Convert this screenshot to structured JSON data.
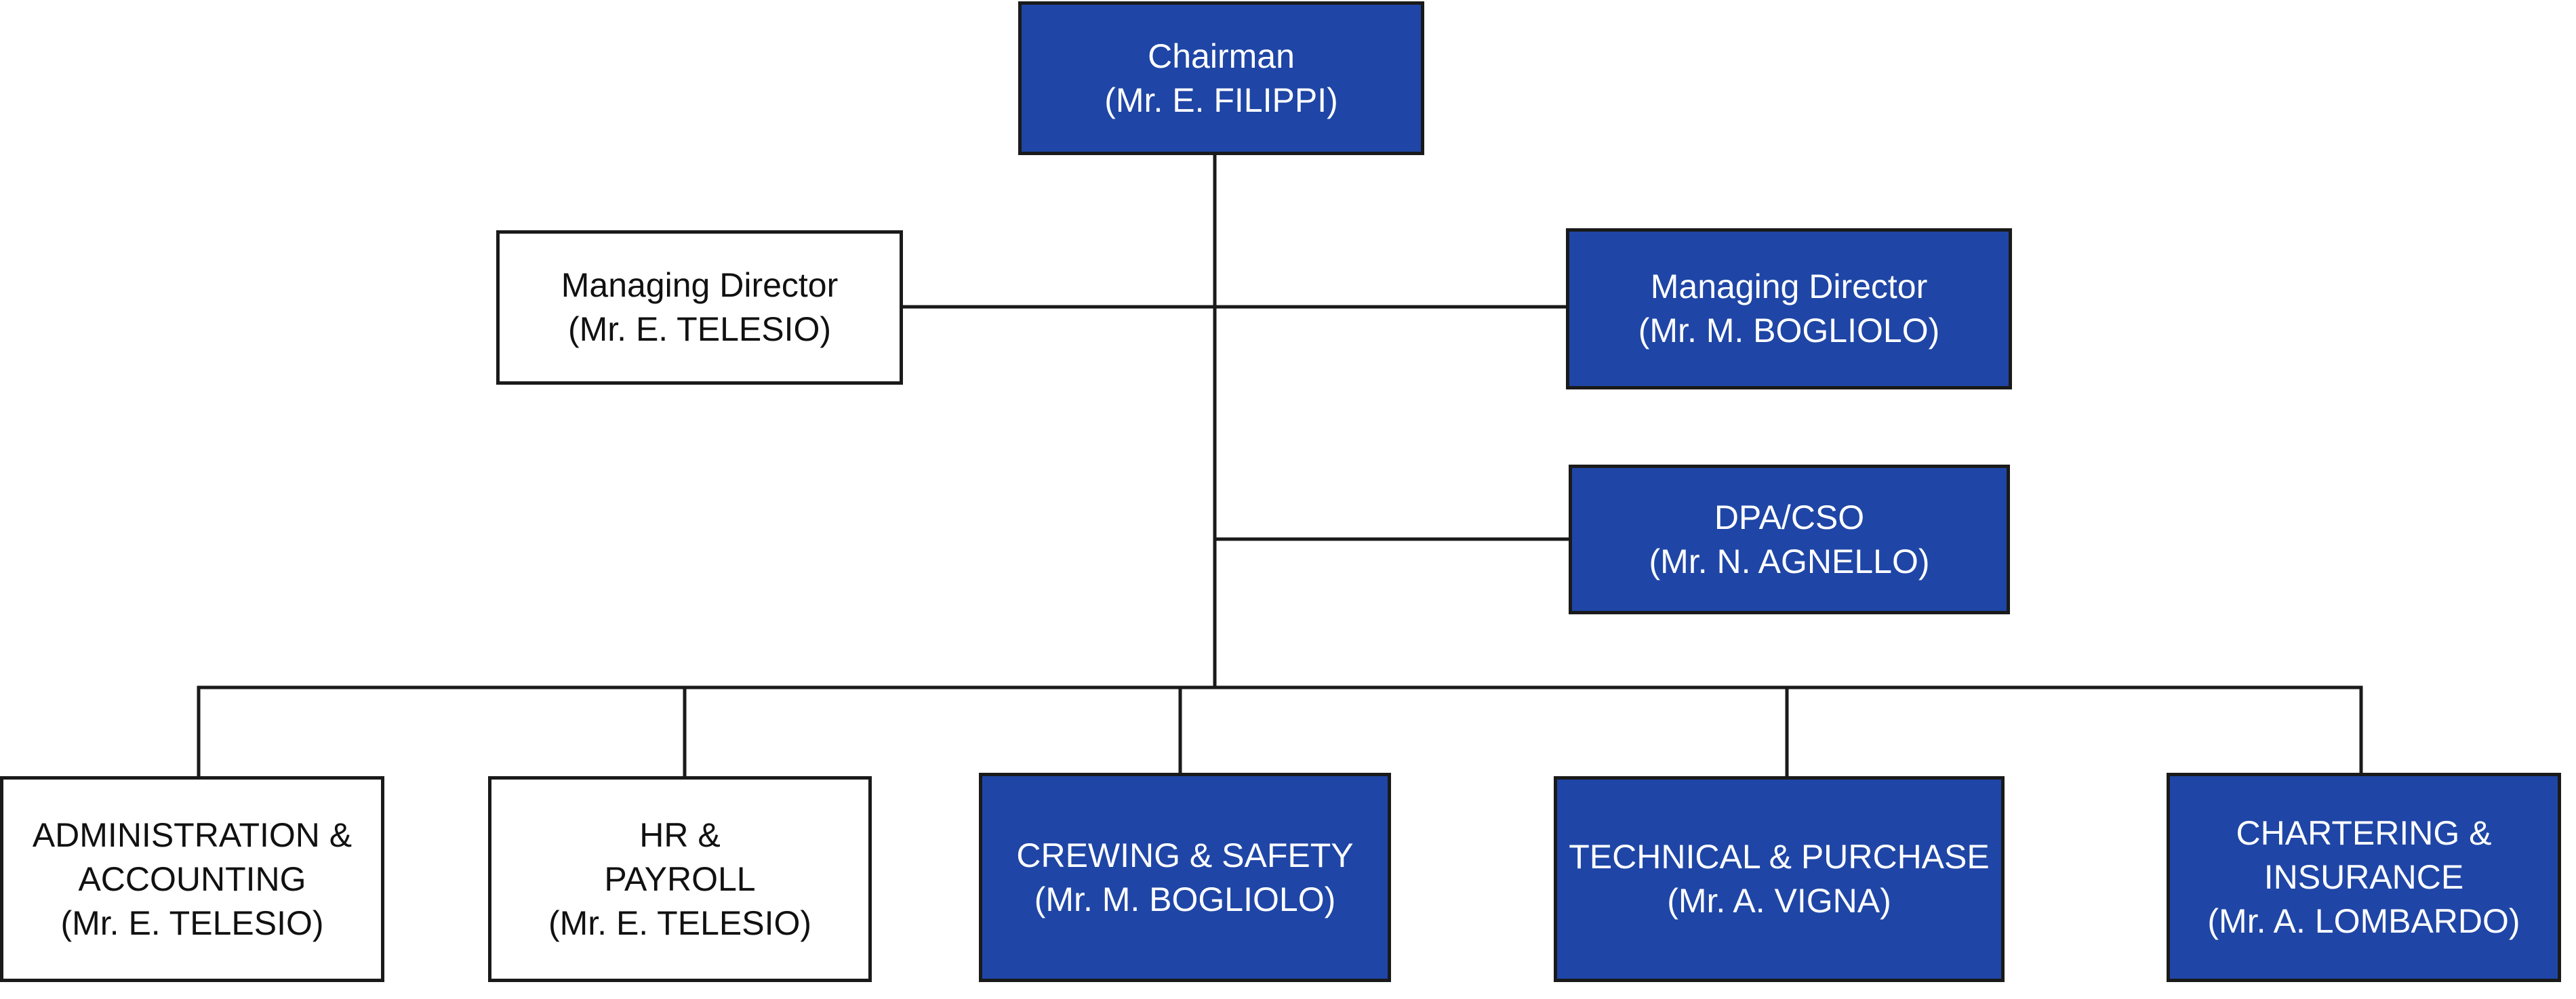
{
  "colors": {
    "highlight_fill": "#1f46a6",
    "plain_fill": "#ffffff",
    "border": "#1a1a1a",
    "connector": "#1a1a1a"
  },
  "chairman": {
    "title": "Chairman",
    "person": "(Mr. E. FILIPPI)",
    "highlighted": true
  },
  "managing_director_left": {
    "title": "Managing Director",
    "person": "(Mr. E. TELESIO)",
    "highlighted": false
  },
  "managing_director_right": {
    "title": "Managing Director",
    "person": "(Mr. M.  BOGLIOLO)",
    "highlighted": true
  },
  "dpa_cso": {
    "title": "DPA/CSO",
    "person": "(Mr. N. AGNELLO)",
    "highlighted": true
  },
  "departments": [
    {
      "line1": "ADMINISTRATION &",
      "line2": "ACCOUNTING",
      "person": "(Mr. E. TELESIO)",
      "highlighted": false
    },
    {
      "line1": "HR &",
      "line2": "PAYROLL",
      "person": "(Mr. E. TELESIO)",
      "highlighted": false
    },
    {
      "line1": "CREWING & SAFETY",
      "person": "(Mr.  M. BOGLIOLO)",
      "highlighted": true
    },
    {
      "line1": "TECHNICAL & PURCHASE",
      "person": "(Mr.  A. VIGNA)",
      "highlighted": true
    },
    {
      "line1": "CHARTERING &",
      "line2": "INSURANCE",
      "person": "(Mr. A. LOMBARDO)",
      "highlighted": true
    }
  ]
}
